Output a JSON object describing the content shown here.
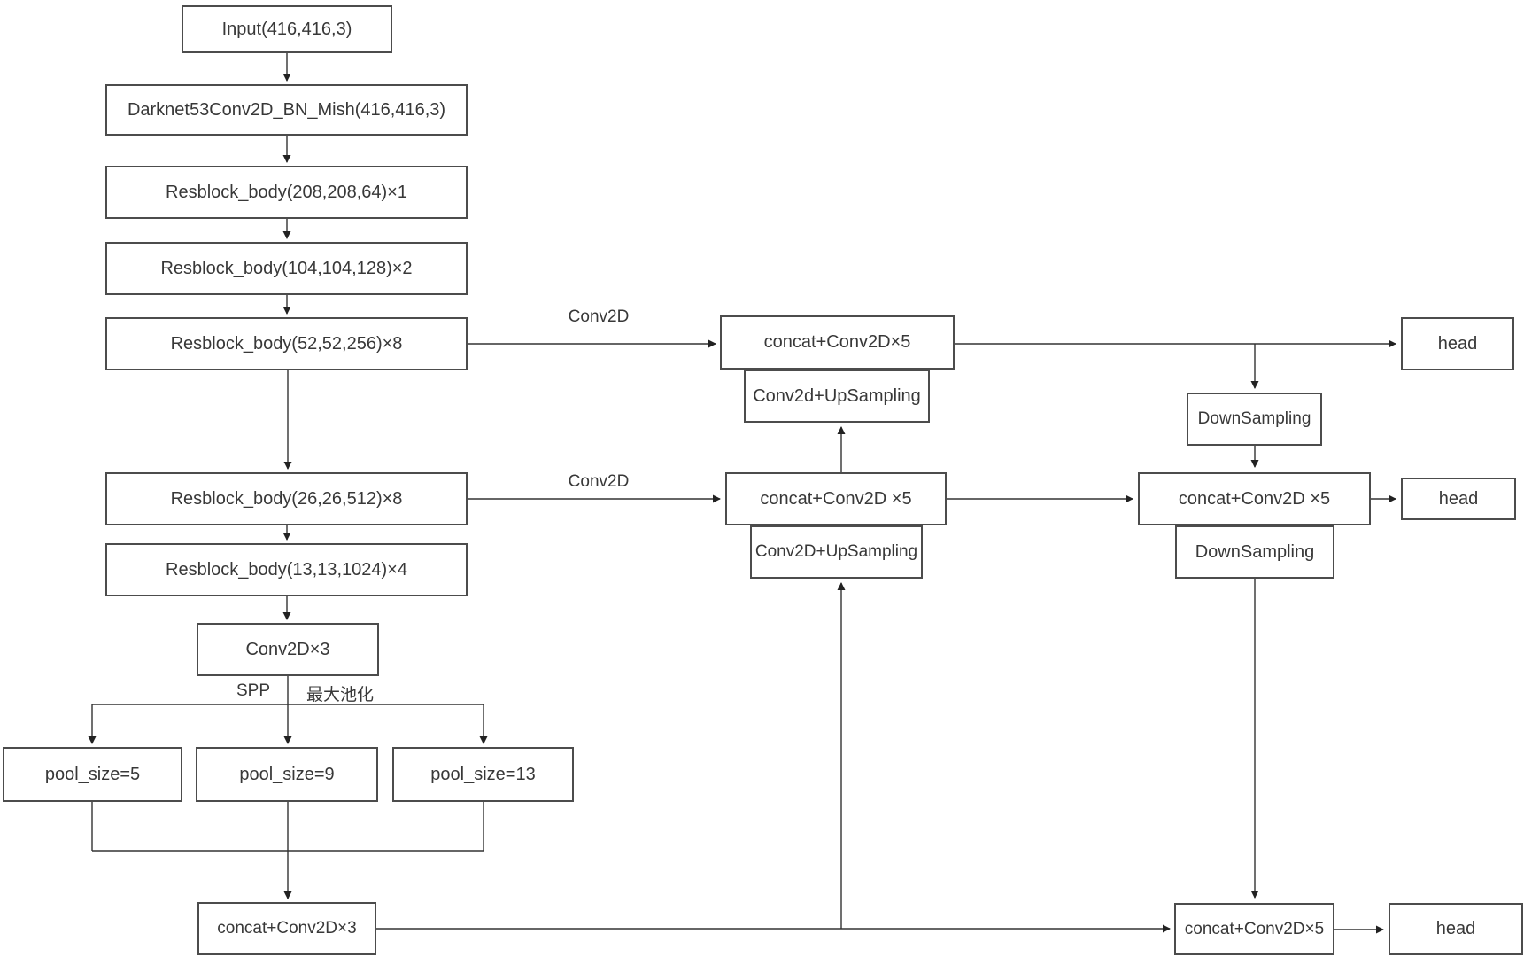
{
  "diagram": {
    "description_visible_text_only": "YOLO-style network flowchart",
    "colors": {
      "background": "#ffffff",
      "box_border": "#4c4c4c",
      "text": "#383838",
      "line": "#333333"
    },
    "nodes": {
      "input": {
        "label": "Input(416,416,3)"
      },
      "darknet": {
        "label": "Darknet53Conv2D_BN_Mish(416,416,3)"
      },
      "res208": {
        "label": "Resblock_body(208,208,64)×1"
      },
      "res104": {
        "label": "Resblock_body(104,104,128)×2"
      },
      "res52": {
        "label": "Resblock_body(52,52,256)×8"
      },
      "res26": {
        "label": "Resblock_body(26,26,512)×8"
      },
      "res13": {
        "label": "Resblock_body(13,13,1024)×4"
      },
      "conv2d_x3": {
        "label": "Conv2D×3"
      },
      "pool5": {
        "label": "pool_size=5"
      },
      "pool9": {
        "label": "pool_size=9"
      },
      "pool13": {
        "label": "pool_size=13"
      },
      "concat_conv3": {
        "label": "concat+Conv2D×3"
      },
      "concat_top": {
        "label": "concat+Conv2D×5"
      },
      "upsample_top": {
        "label": "Conv2d+UpSampling"
      },
      "concat_mid": {
        "label": "concat+Conv2D ×5"
      },
      "upsample_mid": {
        "label": "Conv2D+UpSampling"
      },
      "downsample_top": {
        "label": "DownSampling"
      },
      "concat_right": {
        "label": "concat+Conv2D ×5"
      },
      "downsample_mid": {
        "label": "DownSampling"
      },
      "concat_bottom": {
        "label": "concat+Conv2D×5"
      },
      "head_top": {
        "label": "head"
      },
      "head_mid": {
        "label": "head"
      },
      "head_bottom": {
        "label": "head"
      }
    },
    "edge_labels": {
      "conv2d_row1": "Conv2D",
      "conv2d_row2": "Conv2D",
      "spp": "SPP",
      "max_pooling": "最大池化"
    },
    "edges": [
      {
        "from": "input",
        "to": "darknet"
      },
      {
        "from": "darknet",
        "to": "res208"
      },
      {
        "from": "res208",
        "to": "res104"
      },
      {
        "from": "res104",
        "to": "res52"
      },
      {
        "from": "res52",
        "to": "res26"
      },
      {
        "from": "res26",
        "to": "res13"
      },
      {
        "from": "res13",
        "to": "conv2d_x3"
      },
      {
        "from": "conv2d_x3",
        "to": "pool5",
        "label": "SPP"
      },
      {
        "from": "conv2d_x3",
        "to": "pool9",
        "label": "最大池化"
      },
      {
        "from": "conv2d_x3",
        "to": "pool13"
      },
      {
        "from": "pool5",
        "to": "concat_conv3"
      },
      {
        "from": "pool9",
        "to": "concat_conv3"
      },
      {
        "from": "pool13",
        "to": "concat_conv3"
      },
      {
        "from": "concat_conv3",
        "to": "concat_bottom"
      },
      {
        "from": "concat_conv3",
        "to": "upsample_mid"
      },
      {
        "from": "res52",
        "to": "concat_top",
        "label": "Conv2D"
      },
      {
        "from": "res26",
        "to": "concat_mid",
        "label": "Conv2D"
      },
      {
        "from": "concat_mid",
        "to": "upsample_top"
      },
      {
        "from": "concat_top",
        "to": "head_top"
      },
      {
        "from": "concat_top",
        "to": "downsample_top"
      },
      {
        "from": "downsample_top",
        "to": "concat_right"
      },
      {
        "from": "concat_mid",
        "to": "concat_right"
      },
      {
        "from": "concat_right",
        "to": "head_mid"
      },
      {
        "from": "downsample_mid",
        "to": "concat_bottom"
      },
      {
        "from": "concat_bottom",
        "to": "head_bottom"
      }
    ]
  }
}
